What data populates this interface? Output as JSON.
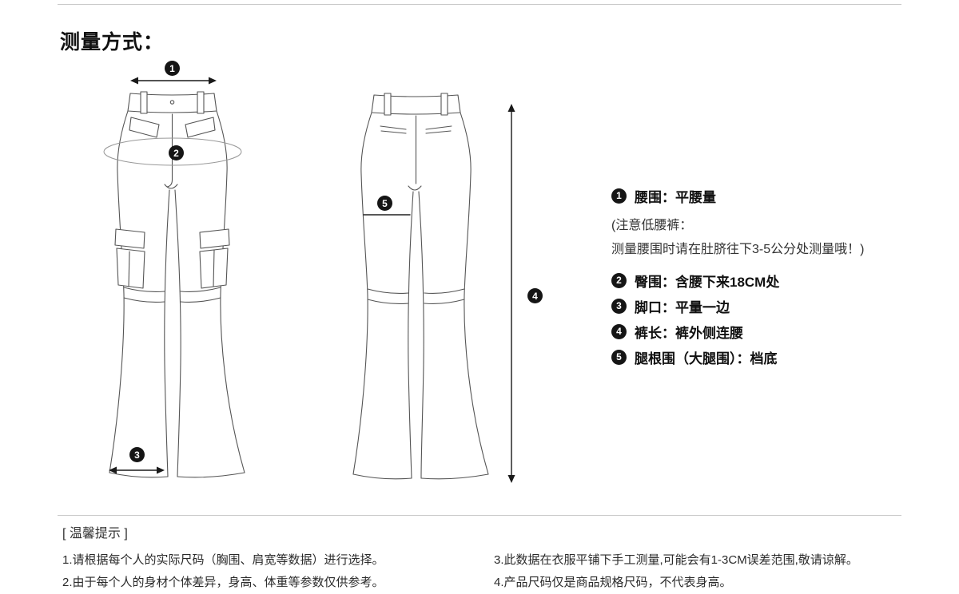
{
  "title": "测量方式：",
  "markers": [
    "1",
    "2",
    "3",
    "4",
    "5"
  ],
  "legend": {
    "items": [
      {
        "num": "1",
        "text": "腰围：平腰量"
      },
      {
        "num": "2",
        "text": "臀围：含腰下来18CM处"
      },
      {
        "num": "3",
        "text": "脚口：平量一边"
      },
      {
        "num": "4",
        "text": "裤长：裤外侧连腰"
      },
      {
        "num": "5",
        "text": "腿根围（大腿围）：档底"
      }
    ],
    "waist_note_line1": "(注意低腰裤：",
    "waist_note_line2": "测量腰围时请在肚脐往下3-5公分处测量哦！)"
  },
  "tips": {
    "header": "[ 温馨提示 ]",
    "items_left": [
      "1.请根据每个人的实际尺码（胸围、肩宽等数据）进行选择。",
      "2.由于每个人的身材个体差异，身高、体重等参数仅供参考。"
    ],
    "items_right": [
      "3.此数据在衣服平铺下手工测量,可能会有1-3CM误差范围,敬请谅解。",
      "4.产品尺码仅是商品规格尺码，不代表身高。"
    ]
  },
  "colors": {
    "line_art": "#555555",
    "marker_bg": "#151515",
    "divider": "#c9c9c9",
    "text": "#1a1a1a"
  }
}
